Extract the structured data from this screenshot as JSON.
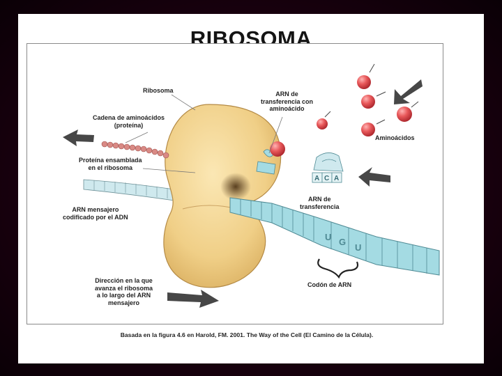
{
  "title": "RIBOSOMA",
  "labels": {
    "ribosoma": "Ribosoma",
    "cadena": "Cadena de aminoácidos\n(proteína)",
    "proteina": "Proteína ensamblada\nen el ribosoma",
    "arnm": "ARN mensajero\ncodificado por el ADN",
    "direccion": "Dirección en la que\navanza el ribosoma\na lo largo del ARN\nmensajero",
    "arnt_aa": "ARN de\ntransferencia con\naminoácido",
    "aminoacidos": "Aminoácidos",
    "arnt": "ARN de\ntransferencia",
    "codon": "Codón de ARN"
  },
  "anticodon": [
    "A",
    "C",
    "A"
  ],
  "codon_letters": [
    "U",
    "G",
    "U"
  ],
  "caption": "Basada en la figura 4.6 en Harold, FM. 2001. The Way of the Cell (El Camino de la Célula).",
  "colors": {
    "ribosome": "#f0cf87",
    "mrna": "#a4dbe3",
    "amino": "#e8585a",
    "chain": "#d98a85",
    "arrow": "#474747"
  }
}
